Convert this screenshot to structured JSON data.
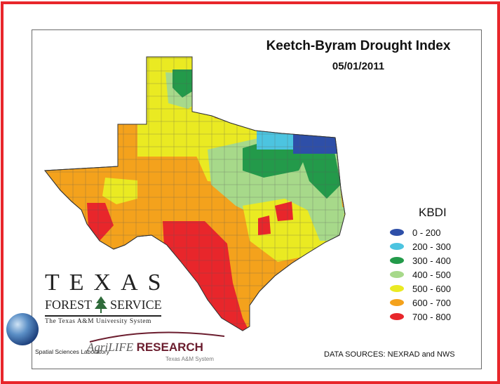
{
  "title": "Keetch-Byram Drought Index",
  "date": "05/01/2011",
  "legend": {
    "title": "KBDI",
    "items": [
      {
        "label": "0 - 200",
        "color": "#2e4fa8"
      },
      {
        "label": "200 - 300",
        "color": "#4cc4e0"
      },
      {
        "label": "300 - 400",
        "color": "#239a4a"
      },
      {
        "label": "400 - 500",
        "color": "#a7d98a"
      },
      {
        "label": "500 - 600",
        "color": "#eaea22"
      },
      {
        "label": "600 - 700",
        "color": "#f4a21c"
      },
      {
        "label": "700 - 800",
        "color": "#e8262b"
      }
    ]
  },
  "data_sources": "DATA SOURCES: NEXRAD and NWS",
  "logos": {
    "texas_forest_service": {
      "word": "TEXAS",
      "forest": "FOREST",
      "service": "SERVICE",
      "system": "The Texas A&M University System"
    },
    "agrilife": {
      "agri": "AgriLIFE",
      "research": "RESEARCH",
      "system": "Texas A&M System"
    },
    "spatial_lab": "Spatial Sciences Laboratory"
  }
}
